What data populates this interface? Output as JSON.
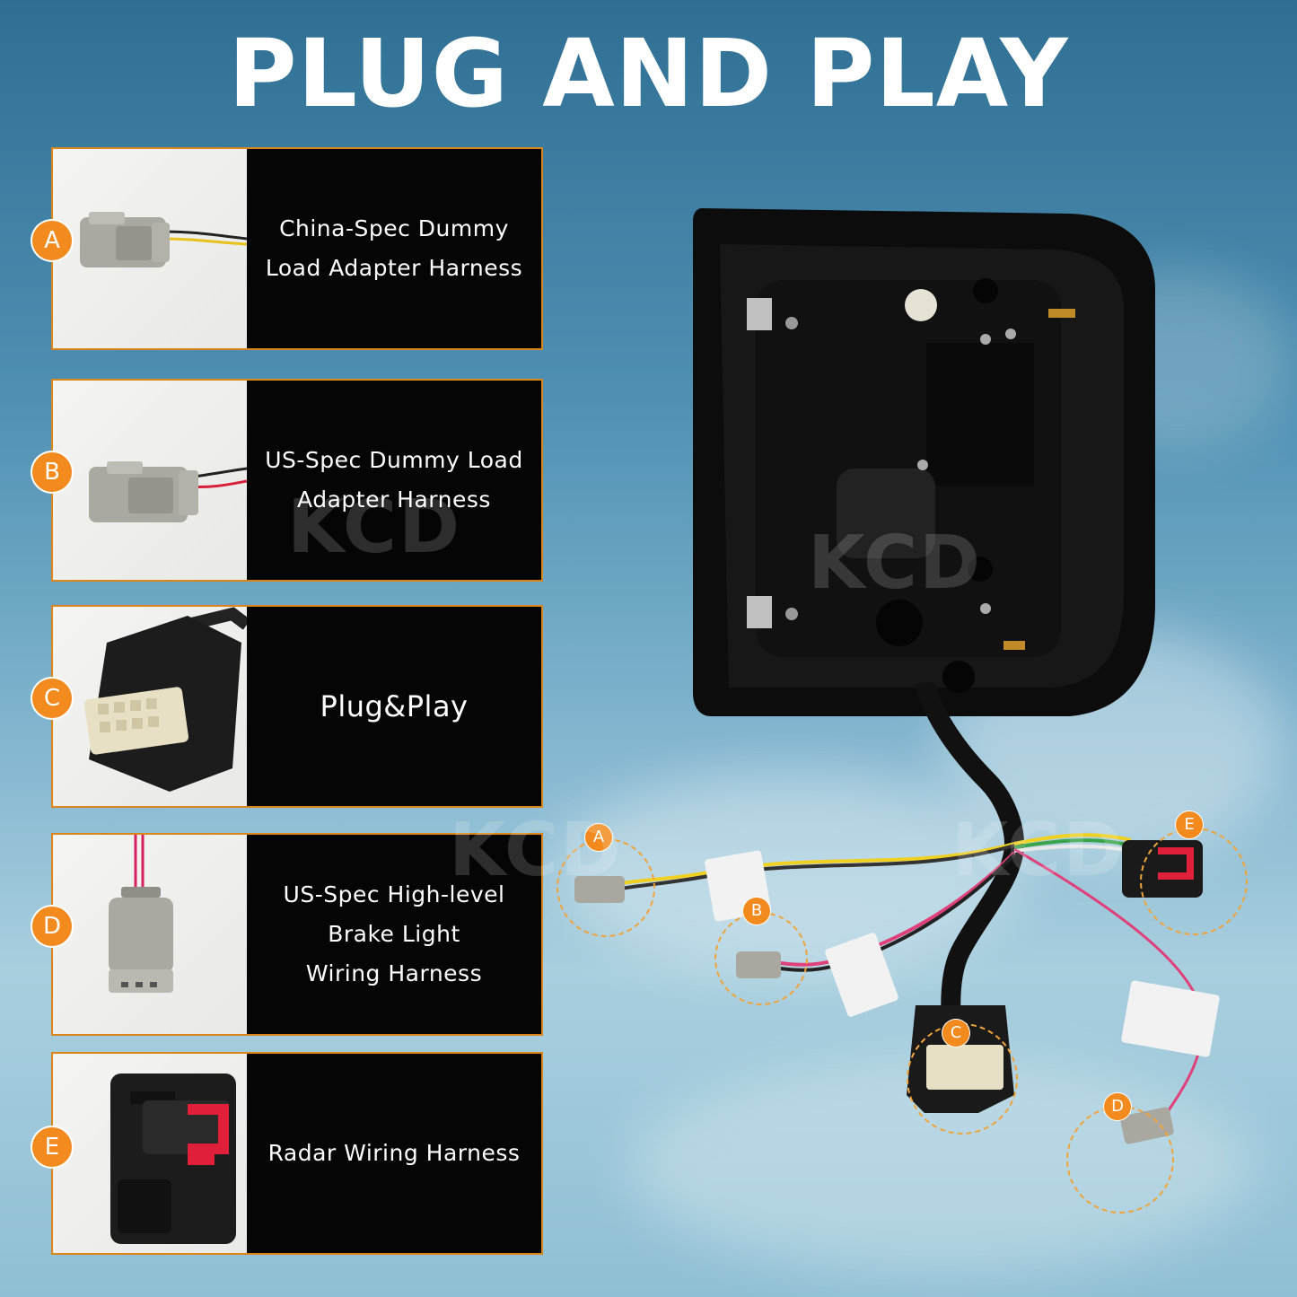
{
  "title": "PLUG AND PLAY",
  "watermark": "KCD",
  "items": [
    {
      "badge": "A",
      "label": "China-Spec Dummy\nLoad Adapter Harness"
    },
    {
      "badge": "B",
      "label": "US-Spec Dummy Load\nAdapter Harness"
    },
    {
      "badge": "C",
      "label": "Plug&Play"
    },
    {
      "badge": "D",
      "label": "US-Spec High-level\nBrake Light\nWiring Harness"
    },
    {
      "badge": "E",
      "label": "Radar Wiring Harness"
    }
  ],
  "colors": {
    "accent": "#f28a1e",
    "card_border": "#d9861c",
    "card_bg": "#050505",
    "connector_gray": "#a8a8a0",
    "connector_black": "#1a1a1a",
    "connector_red": "#e0203a",
    "wire_pink": "#e0407a",
    "wire_yellow": "#f0d020"
  }
}
